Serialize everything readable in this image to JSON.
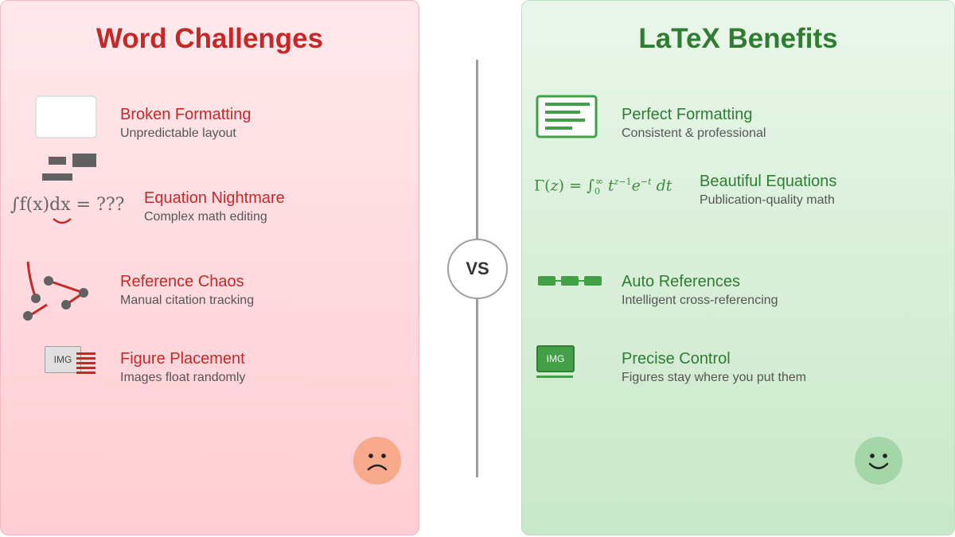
{
  "left": {
    "title": "Word Challenges",
    "items": [
      {
        "name": "Broken Formatting",
        "desc": "Unpredictable layout",
        "icon": "broken-layout-icon"
      },
      {
        "name": "Equation Nightmare",
        "desc": "Complex math editing",
        "icon": "bad-equation-icon",
        "equation": "∫f(x)dx = ???"
      },
      {
        "name": "Reference Chaos",
        "desc": "Manual citation tracking",
        "icon": "tangled-links-icon"
      },
      {
        "name": "Figure Placement",
        "desc": "Images float randomly",
        "icon": "floating-image-icon",
        "img_label": "IMG"
      }
    ],
    "mood_icon": "sad-face-icon"
  },
  "center": {
    "vs": "VS"
  },
  "right": {
    "title": "LaTeX Benefits",
    "items": [
      {
        "name": "Perfect Formatting",
        "desc": "Consistent & professional",
        "icon": "document-lines-icon"
      },
      {
        "name": "Beautiful Equations",
        "desc": "Publication-quality math",
        "icon": "gamma-equation-icon"
      },
      {
        "name": "Auto References",
        "desc": "Intelligent cross-referencing",
        "icon": "linked-chain-icon"
      },
      {
        "name": "Precise Control",
        "desc": "Figures stay where you put them",
        "icon": "anchored-image-icon",
        "img_label": "IMG"
      }
    ],
    "mood_icon": "happy-face-icon"
  },
  "colors": {
    "negative": "#c62828",
    "positive": "#2e7d32",
    "icon_green": "#43a047"
  }
}
